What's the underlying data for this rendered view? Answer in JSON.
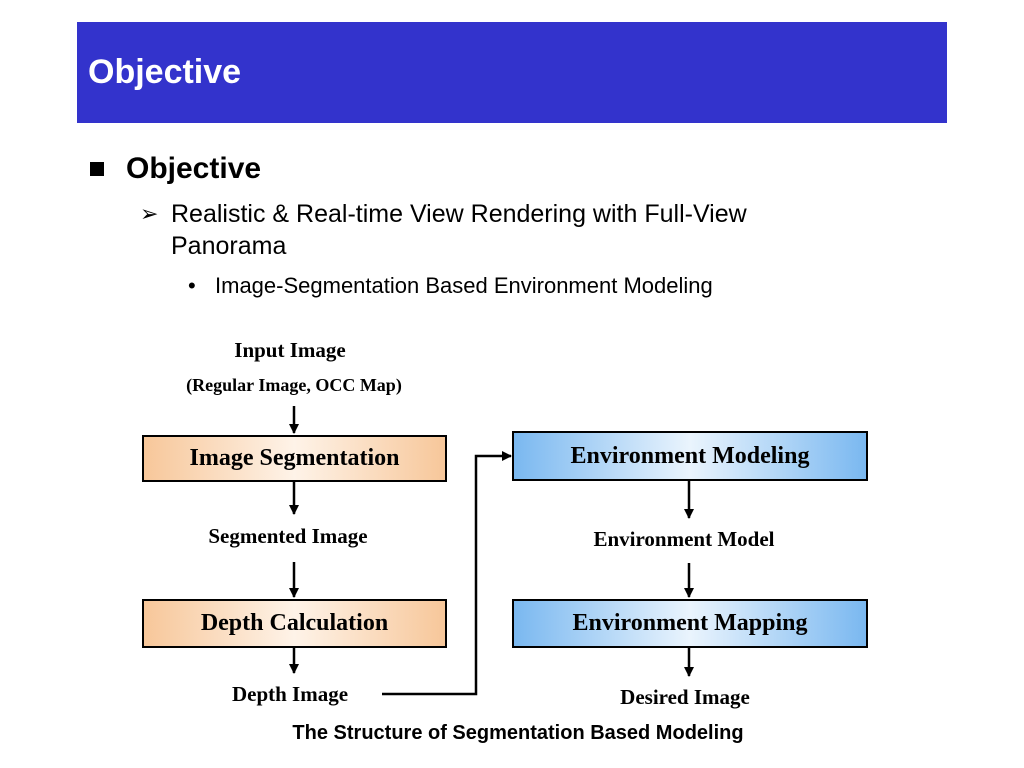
{
  "slide": {
    "title": "Objective"
  },
  "bullets": {
    "level1": "Objective",
    "level2": "Realistic & Real-time View Rendering with Full-View Panorama",
    "level3": "Image-Segmentation Based Environment Modeling"
  },
  "icons": {
    "level1": "black-square-icon",
    "level2": "arrowhead-bullet-icon",
    "level3": "dot-bullet-icon"
  },
  "colors": {
    "title_bar": "#3333cc",
    "title_text": "#ffffff",
    "left_box_fill": "#f7c79a",
    "right_box_fill": "#7ab8f0"
  },
  "diagram": {
    "input_label": "Input Image",
    "input_sublabel": "(Regular Image, OCC Map)",
    "box_segmentation": "Image Segmentation",
    "segmented_label": "Segmented Image",
    "box_depth": "Depth Calculation",
    "depth_label": "Depth Image",
    "box_env_modeling": "Environment Modeling",
    "env_model_label": "Environment Model",
    "box_env_mapping": "Environment Mapping",
    "desired_label": "Desired Image"
  },
  "caption": "The Structure of Segmentation Based Modeling"
}
